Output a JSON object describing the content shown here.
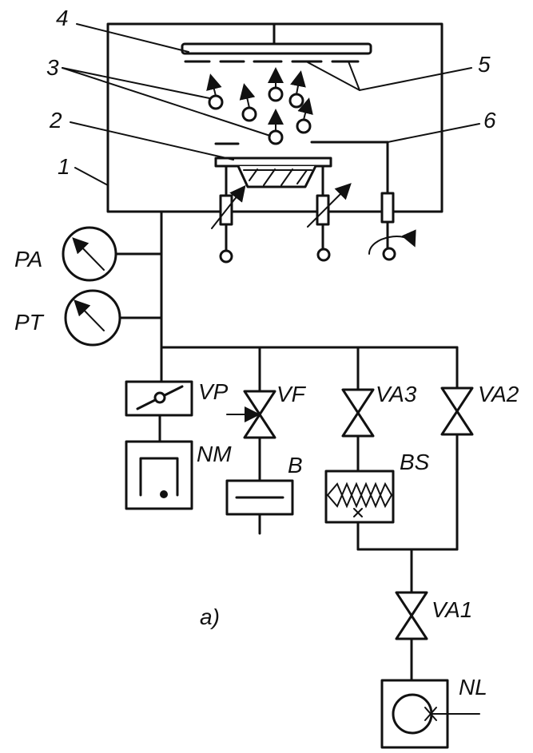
{
  "callouts": {
    "n1": "1",
    "n2": "2",
    "n3": "3",
    "n4": "4",
    "n5": "5",
    "n6": "6"
  },
  "gauges": {
    "pa": "PA",
    "pt": "PT"
  },
  "components": {
    "vp": "VP",
    "vf": "VF",
    "va3": "VA3",
    "va2": "VA2",
    "va1": "VA1",
    "nm": "NM",
    "b": "B",
    "bs": "BS",
    "nl": "NL"
  },
  "caption": "a)",
  "colors": {
    "ink": "#111111",
    "background": "#ffffff"
  }
}
